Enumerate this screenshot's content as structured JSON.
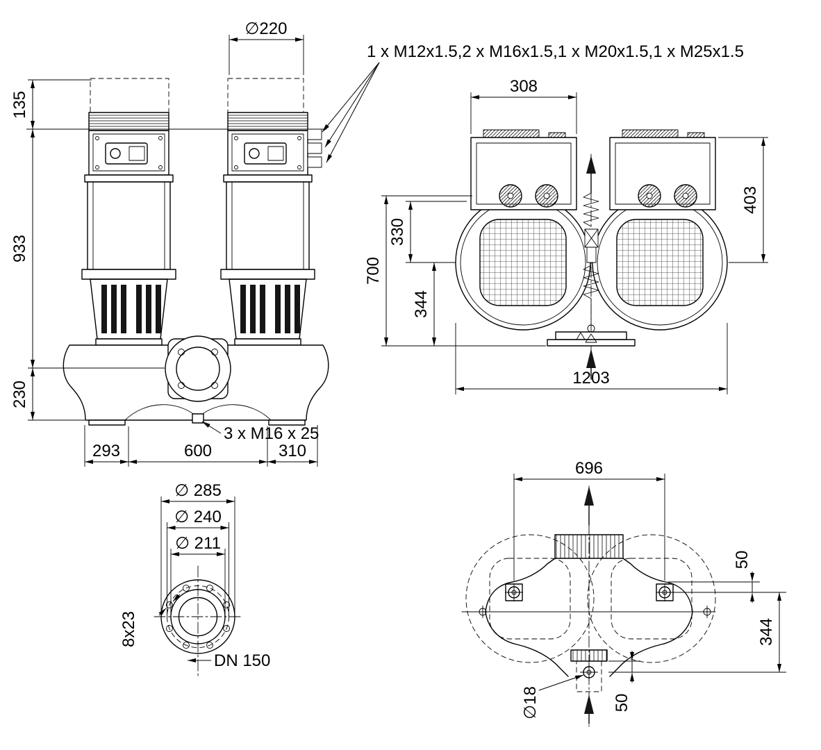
{
  "drawing": {
    "gland_callout": "1 x M12x1.5,2 x M16x1.5,1 x M20x1.5,1 x M25x1.5",
    "front": {
      "dia220": "∅220",
      "d135": "135",
      "d933": "933",
      "d230": "230",
      "d293": "293",
      "d600": "600",
      "d310": "310",
      "drain": "3 x M16 x 25"
    },
    "side": {
      "d308": "308",
      "d403": "403",
      "d700": "700",
      "d330": "330",
      "d344": "344",
      "d1203": "1203"
    },
    "flange": {
      "dia285": "∅ 285",
      "dia240": "∅ 240",
      "dia211": "∅ 211",
      "holes": "8x23",
      "dn": "DN 150"
    },
    "plan": {
      "d696": "696",
      "d50a": "50",
      "d344": "344",
      "dia18": "∅18",
      "d50b": "50"
    }
  }
}
